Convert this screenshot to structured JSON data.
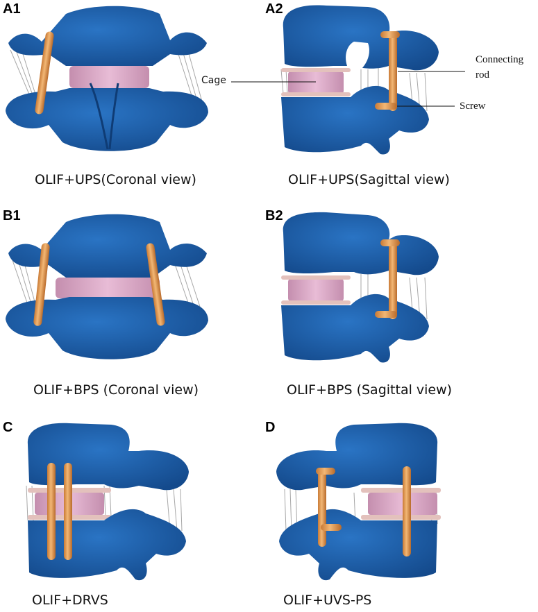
{
  "panels": [
    {
      "id": "A1",
      "label": "A1",
      "caption": "OLIF+UPS(Coronal view)"
    },
    {
      "id": "A2",
      "label": "A2",
      "caption": "OLIF+UPS(Sagittal view)"
    },
    {
      "id": "B1",
      "label": "B1",
      "caption": "OLIF+BPS (Coronal view)"
    },
    {
      "id": "B2",
      "label": "B2",
      "caption": "OLIF+BPS (Sagittal view)"
    },
    {
      "id": "C",
      "label": "C",
      "caption": "OLIF+DRVS"
    },
    {
      "id": "D",
      "label": "D",
      "caption": "OLIF+UVS-PS"
    }
  ],
  "annotations": {
    "cage": "Cage",
    "connecting_rod_line1": "Connecting",
    "connecting_rod_line2": "rod",
    "screw": "Screw"
  },
  "colors": {
    "bone": "#1e5fa8",
    "bone_dark": "#123f7a",
    "cage": "#d9a7c3",
    "disc": "#e8c9c4",
    "implant": "#e8a25a",
    "ligament": "#9a9a9a"
  }
}
